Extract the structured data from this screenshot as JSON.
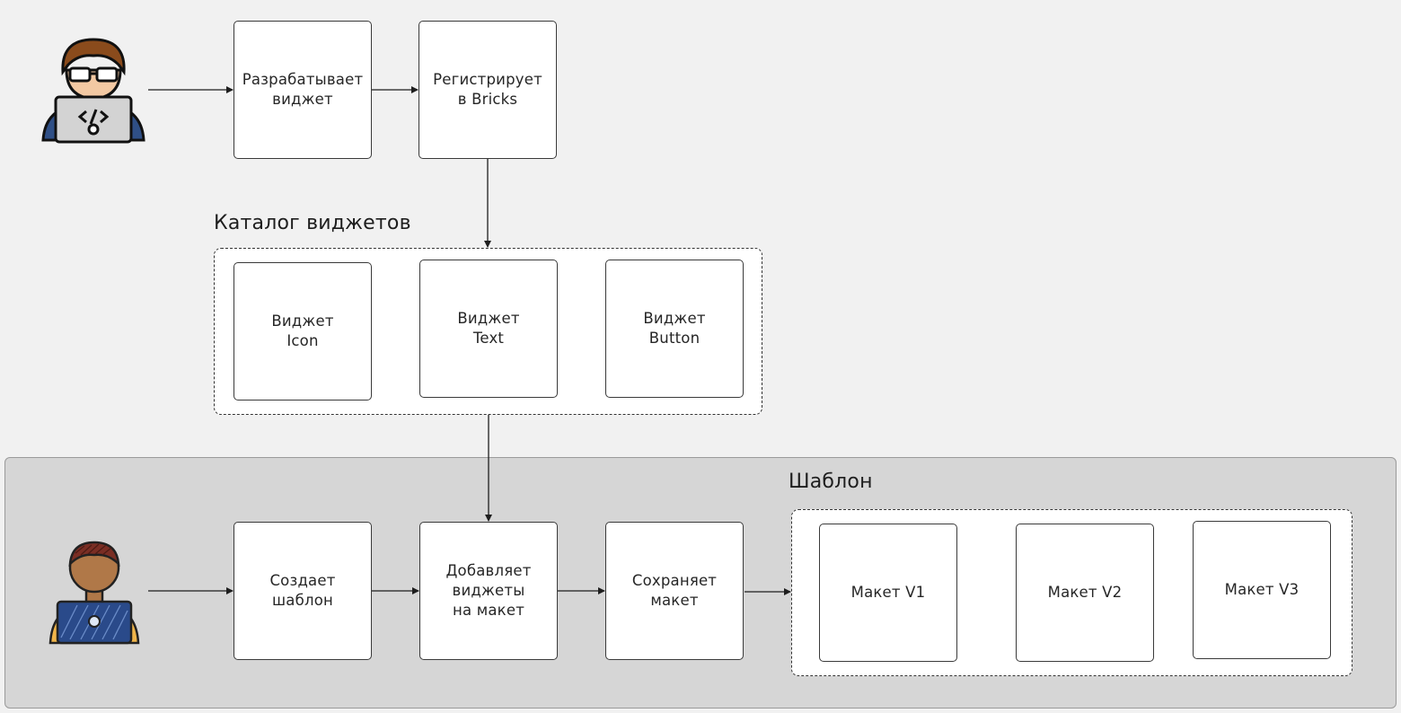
{
  "title_catalog": "Каталог виджетов",
  "title_template": "Шаблон",
  "developer_flow": {
    "develop": "Разрабатывает\nвиджет",
    "register": "Регистрирует\nв Bricks"
  },
  "catalog": {
    "icon": "Виджет\nIcon",
    "text": "Виджет\nText",
    "button": "Виджет\nButton"
  },
  "designer_flow": {
    "create": "Создает\nшаблон",
    "add": "Добавляет\nвиджеты\nна макет",
    "save": "Сохраняет\nмакет"
  },
  "layouts": {
    "v1": "Макет V1",
    "v2": "Макет V2",
    "v3": "Макет V3"
  },
  "colors": {
    "background": "#f1f1f1",
    "template_area": "#d6d6d6",
    "box_border": "#3a3a3a"
  },
  "icons": [
    "developer-avatar-icon",
    "designer-avatar-icon"
  ]
}
